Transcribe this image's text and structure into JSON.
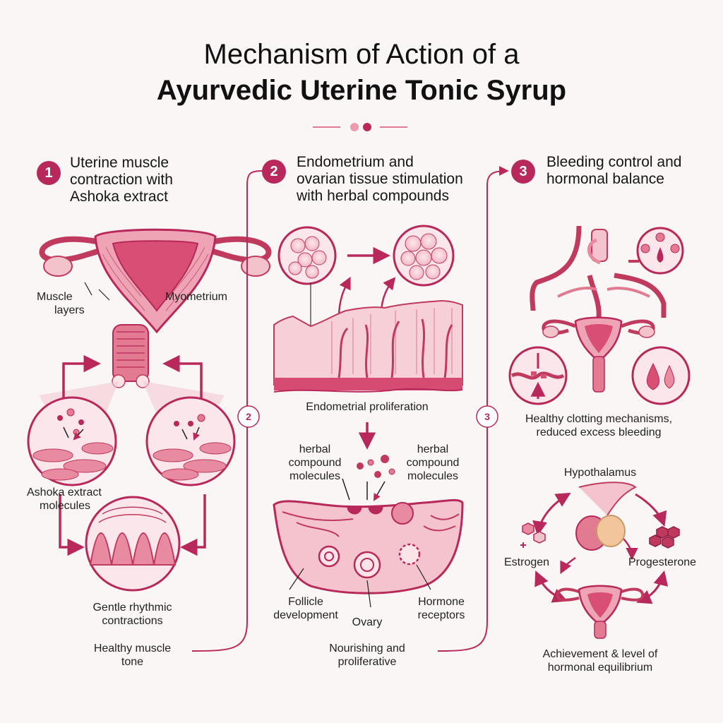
{
  "title": {
    "line1": "Mechanism of Action of a",
    "line2": "Ayurvedic Uterine Tonic Syrup"
  },
  "colors": {
    "accent": "#b8285a",
    "tissue": "#f3c3cc",
    "vessel": "#c03a5e",
    "background": "#fbf6f6"
  },
  "steps": [
    {
      "number": "1",
      "title_lines": [
        "Uterine muscle",
        "contraction with",
        "Ashoka extract"
      ],
      "labels": {
        "muscle_layers": [
          "Muscle",
          "layers"
        ],
        "myometrium": "Myometrium",
        "ashoka": [
          "Ashoka extract",
          "molecules"
        ],
        "contractions": [
          "Gentle rhythmic",
          "contractions"
        ],
        "tone": [
          "Healthy muscle",
          "tone"
        ]
      }
    },
    {
      "number": "2",
      "title_lines": [
        "Endometrium and",
        "ovarian tissue stimulation",
        "with herbal compounds"
      ],
      "labels": {
        "proliferation": "Endometrial proliferation",
        "herbal_left": [
          "herbal",
          "compound",
          "molecules"
        ],
        "herbal_right": [
          "herbal",
          "compound",
          "molecules"
        ],
        "follicle": [
          "Follicle",
          "development"
        ],
        "ovary": "Ovary",
        "receptors": [
          "Hormone",
          "receptors"
        ],
        "nourishing": [
          "Nourishing and",
          "proliferative"
        ]
      }
    },
    {
      "number": "3",
      "title_lines": [
        "Bleeding control and",
        "hormonal balance"
      ],
      "labels": {
        "clotting": [
          "Healthy clotting mechanisms,",
          "reduced excess bleeding"
        ],
        "hypothalamus": "Hypothalamus",
        "estrogen": "Estrogen",
        "progesterone": "Progesterone",
        "equilibrium": [
          "Achievement & level of",
          "hormonal equilibrium"
        ]
      }
    }
  ],
  "connectors": [
    "2",
    "3"
  ]
}
